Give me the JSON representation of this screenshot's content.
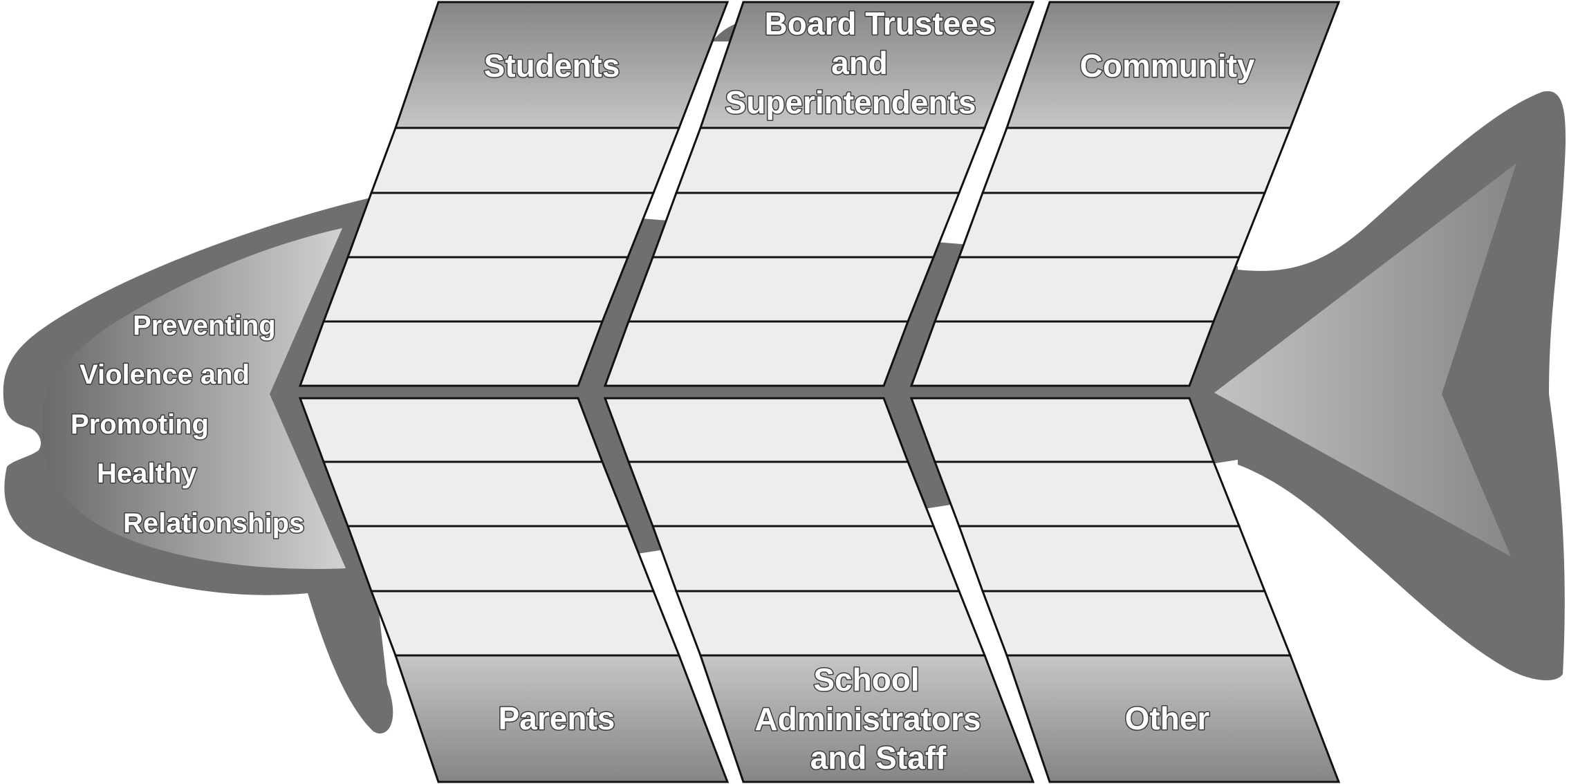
{
  "head": {
    "lines": [
      "Preventing",
      "Violence and",
      "Promoting",
      "Healthy",
      "Relationships"
    ]
  },
  "top_categories": [
    {
      "lines": [
        "Students"
      ],
      "rows": [
        "",
        "",
        "",
        ""
      ]
    },
    {
      "lines": [
        "Board Trustees",
        "and",
        "Superintendents"
      ],
      "rows": [
        "",
        "",
        "",
        ""
      ]
    },
    {
      "lines": [
        "Community"
      ],
      "rows": [
        "",
        "",
        "",
        ""
      ]
    }
  ],
  "bottom_categories": [
    {
      "lines": [
        "Parents"
      ],
      "rows": [
        "",
        "",
        "",
        ""
      ]
    },
    {
      "lines": [
        "School",
        "Administrators",
        "and Staff"
      ],
      "rows": [
        "",
        "",
        "",
        ""
      ]
    },
    {
      "lines": [
        "Other"
      ],
      "rows": [
        "",
        "",
        "",
        ""
      ]
    }
  ],
  "colors": {
    "body": "#6f6f6f",
    "slot": "#eeedeb",
    "band_dark": "#8a8a8a",
    "band_light": "#c4c4c4",
    "outline": "#111111"
  }
}
